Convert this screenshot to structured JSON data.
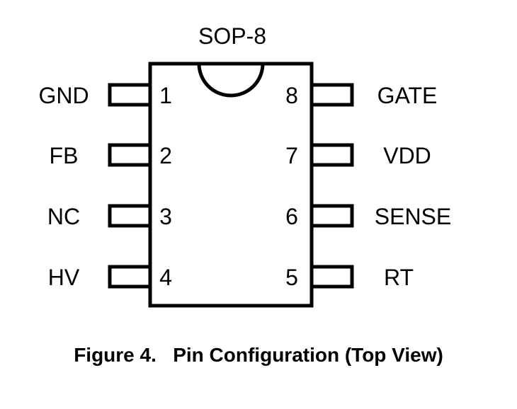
{
  "package": {
    "name": "SOP-8"
  },
  "pins": [
    {
      "number": "1",
      "label": "GND"
    },
    {
      "number": "2",
      "label": "FB"
    },
    {
      "number": "3",
      "label": "NC"
    },
    {
      "number": "4",
      "label": "HV"
    },
    {
      "number": "5",
      "label": "RT"
    },
    {
      "number": "6",
      "label": "SENSE"
    },
    {
      "number": "7",
      "label": "VDD"
    },
    {
      "number": "8",
      "label": "GATE"
    }
  ],
  "caption": "Figure 4.   Pin Configuration (Top View)"
}
